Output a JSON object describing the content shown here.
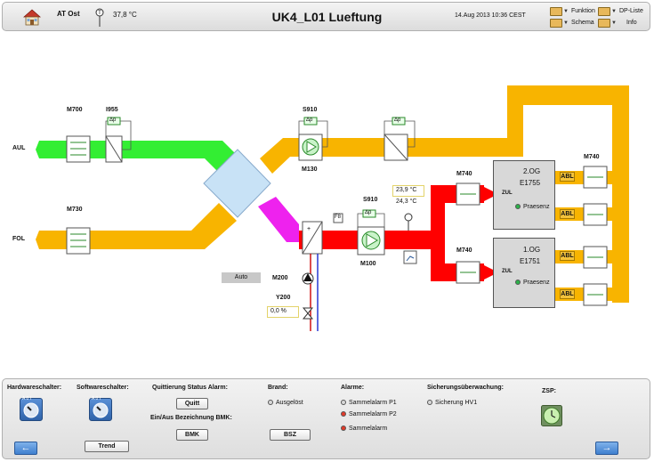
{
  "header": {
    "location": "AT Ost",
    "temperature": "37,8 °C",
    "title": "UK4_L01 Lueftung",
    "datetime": "14.Aug 2013 10:36 CEST",
    "menu": {
      "funktion": "Funktion",
      "schema": "Schema",
      "dp_liste": "DP-Liste",
      "info": "Info"
    }
  },
  "diagram": {
    "inlets": {
      "aul": "AUL",
      "fol": "FOL"
    },
    "components": {
      "m700": "M700",
      "i955": "I955",
      "s910_top": "S910",
      "m130": "M130",
      "m730": "M730",
      "s910_mid": "S910",
      "m100": "M100",
      "m200": "M200",
      "y200": "Y200",
      "m740_top": "M740",
      "m740_mid1": "M740",
      "m740_mid2": "M740",
      "f8": "F8"
    },
    "dp_label": "Δp",
    "auto_label": "Auto",
    "y200_value": "0,0 %",
    "supply_temp_1": "23,9 °C",
    "supply_temp_2": "24,3 °C",
    "zul": "ZUL",
    "abl": "ABL",
    "floors": [
      {
        "name": "2.OG",
        "code": "E1755",
        "presence": "Praesenz"
      },
      {
        "name": "1.OG",
        "code": "E1751",
        "presence": "Praesenz"
      }
    ],
    "colors": {
      "outside_air": "#33ee33",
      "supply": "#ff0000",
      "exhaust": "#f8b400",
      "heater": "#ee22ee",
      "exchanger": "#c8e2f6"
    }
  },
  "bottom": {
    "hardware_switch": "Hardwareschalter:",
    "software_switch": "Softwareschalter:",
    "quit_label": "Quittierung Status Alarm:",
    "quit_button": "Quitt",
    "bmk_label": "Ein/Aus Bezeichnung BMK:",
    "bmk_button": "BMK",
    "trend_button": "Trend",
    "brand_label": "Brand:",
    "brand_status": "Ausgelöst",
    "bsz_button": "BSZ",
    "alarme_label": "Alarme:",
    "alarms": [
      "Sammelalarm P1",
      "Sammelalarm P2",
      "Sammelalarm"
    ],
    "sicherung_label": "Sicherungsüberwachung:",
    "sicherung_item": "Sicherung HV1",
    "zsp_label": "ZSP:",
    "selector_marks": "A 0 I"
  }
}
